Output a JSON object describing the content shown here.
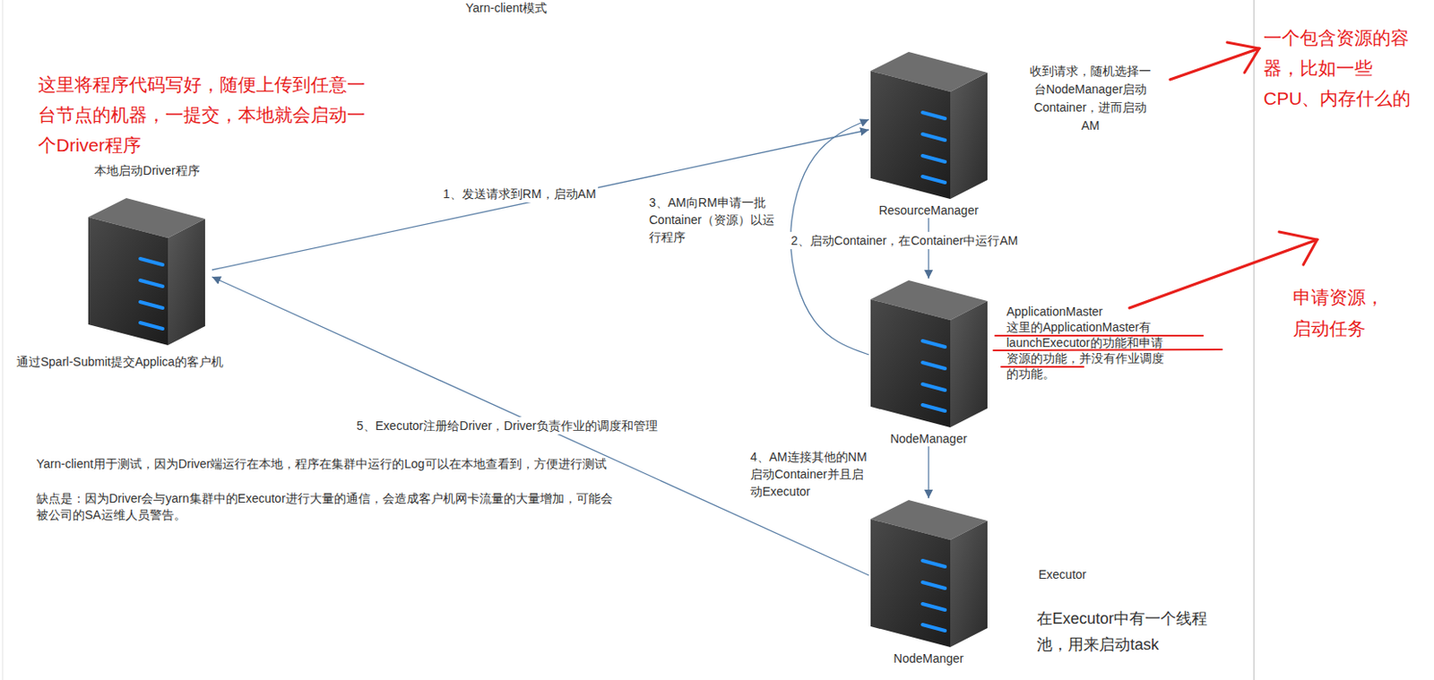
{
  "diagram": {
    "title": "Yarn-client模式",
    "nodes": [
      {
        "text": [
          "本地启动Driver程序"
        ]
      },
      {
        "text": [
          "ResourceManager"
        ]
      },
      {
        "text": [
          "NodeManager"
        ]
      },
      {
        "text": [
          "NodeManger"
        ]
      }
    ],
    "edges": [
      {
        "from": 0,
        "to": 1,
        "arrow": "to",
        "label": "1、发送请求到RM，启动AM"
      },
      {
        "from": 1,
        "to": 2,
        "arrow": "to",
        "label": "2、启动Container，在Container中运行AM"
      },
      {
        "from": 2,
        "to": 1,
        "arrow": "to",
        "label": "3、AM向RM申请一批Container（资源）以运行程序"
      },
      {
        "from": 2,
        "to": 3,
        "arrow": "to",
        "label": "4、AM连接其他的NM启动Container并且启动Executor"
      },
      {
        "from": 3,
        "to": 0,
        "arrow": "to",
        "label": "5、Executor注册给Driver，Driver负责作业的调度和管理"
      }
    ],
    "labels": [
      "这里将程序代码写好，随便上传到任意一台节点的机器，一提交，本地就会启动一个Driver程序",
      "收到请求，随机选择一台NodeManager启动Container，进而启动AM",
      "一个包含资源的容器，比如一些CPU、内存什么的",
      "通过Sparl-Submit提交Applica的客户机",
      "ApplicationMaster",
      "这里的ApplicationMaster有launchExecutor的功能和申请资源的功能，并没有作业调度的功能。",
      "申请资源，启动任务",
      "Yarn-client用于测试，因为Driver端运行在本地，程序在集群中运行的Log可以在本地查看到，方便进行测试",
      "缺点是：因为Driver会与yarn集群中的Executor进行大量的通信，会造成客户机网卡流量的大量增加，可能会被公司的SA运维人员警告。",
      "Executor",
      "在Executor中有一个线程池，用来启动task"
    ]
  }
}
